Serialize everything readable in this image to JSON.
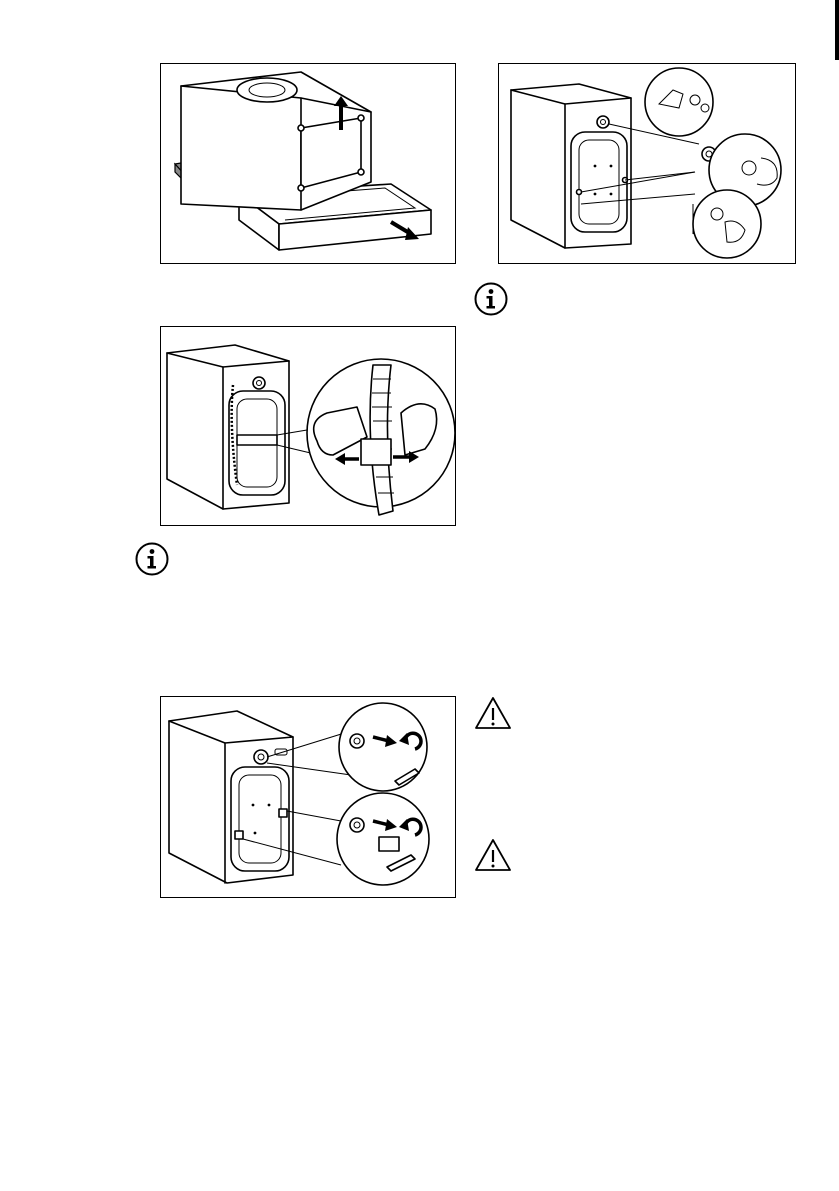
{
  "page": {
    "figures": [
      {
        "name": "remove-packaging-base"
      },
      {
        "name": "remove-hose-clamp"
      },
      {
        "name": "remove-transit-bolts"
      },
      {
        "name": "insert-plastic-caps"
      }
    ],
    "notices": [
      {
        "type": "info",
        "icon": "info-circle-icon"
      },
      {
        "type": "info",
        "icon": "info-circle-icon"
      },
      {
        "type": "warning",
        "icon": "warning-triangle-icon"
      },
      {
        "type": "warning",
        "icon": "warning-triangle-icon"
      }
    ]
  }
}
